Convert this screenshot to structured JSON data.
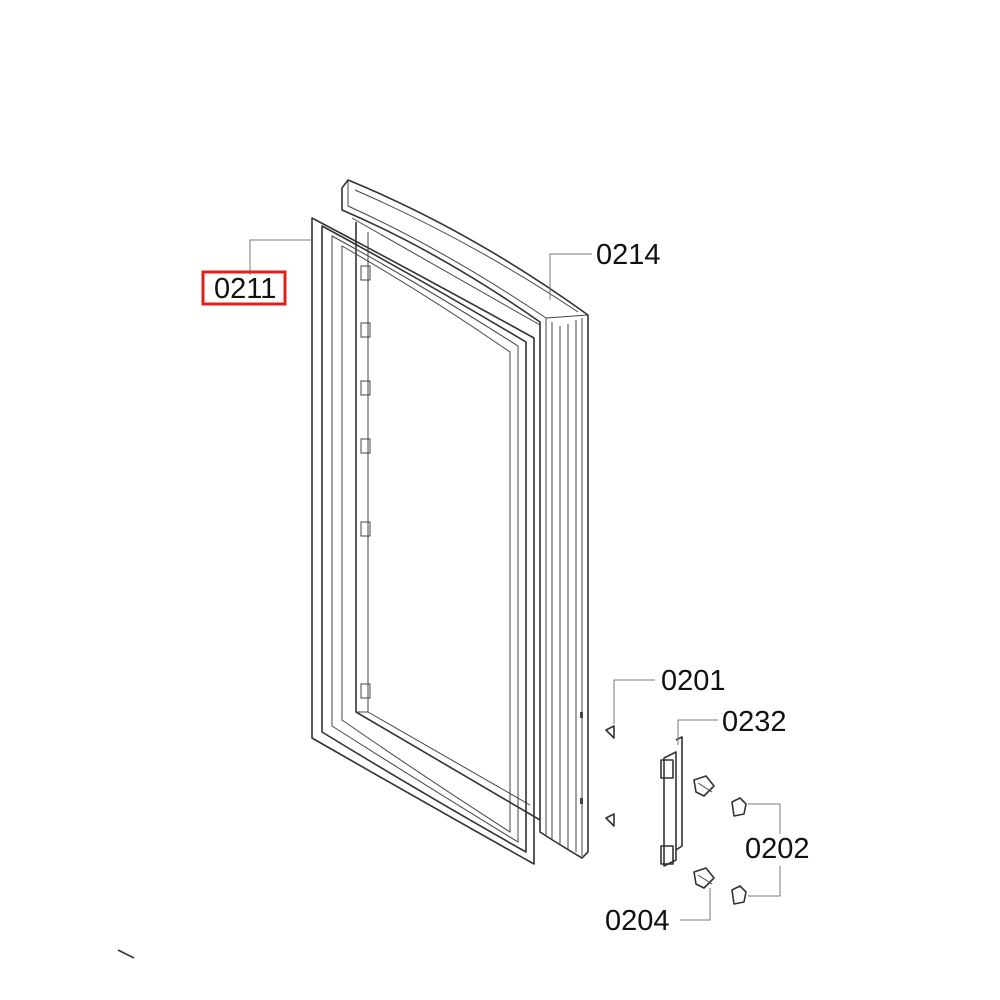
{
  "diagram": {
    "highlight_color": "#e0201b",
    "labels": {
      "gasket": "0211",
      "door_liner": "0214",
      "screw_top": "0201",
      "hinge": "0232",
      "cap": "0202",
      "screw_bottom": "0204"
    }
  }
}
